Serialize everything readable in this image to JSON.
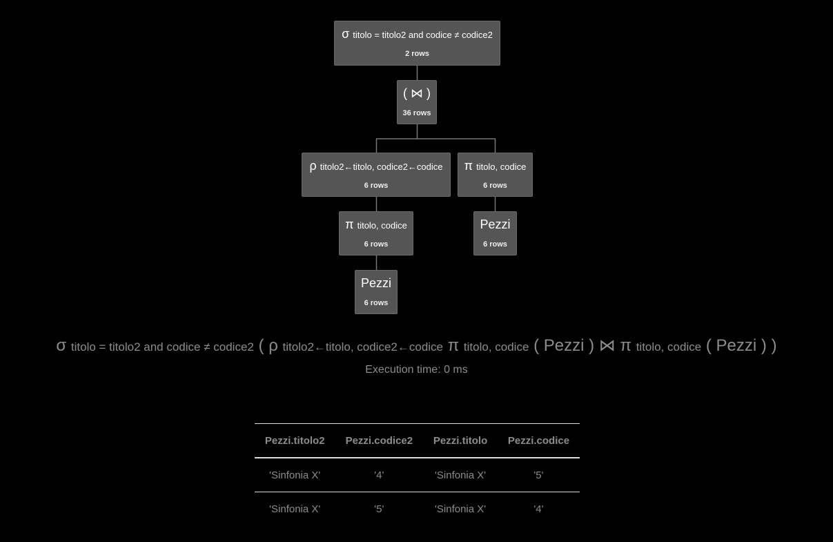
{
  "tree": {
    "nodes": [
      {
        "id": "n0",
        "symbol": "σ",
        "sub": "titolo = titolo2 and codice ≠ codice2",
        "rows": "2 rows"
      },
      {
        "id": "n1",
        "symbol": "( ⋈ )",
        "sub": "",
        "rows": "36 rows"
      },
      {
        "id": "n2",
        "symbol": "ρ",
        "sub": "titolo2←titolo, codice2←codice",
        "rows": "6 rows"
      },
      {
        "id": "n3",
        "symbol": "π",
        "sub": "titolo, codice",
        "rows": "6 rows"
      },
      {
        "id": "n4",
        "symbol": "π",
        "sub": "titolo, codice",
        "rows": "6 rows"
      },
      {
        "id": "n5",
        "symbol": "Pezzi",
        "sub": "",
        "rows": "6 rows"
      },
      {
        "id": "n6",
        "symbol": "Pezzi",
        "sub": "",
        "rows": "6 rows"
      }
    ],
    "edges": [
      [
        "n0",
        "n1"
      ],
      [
        "n1",
        "n2"
      ],
      [
        "n1",
        "n3"
      ],
      [
        "n2",
        "n4"
      ],
      [
        "n3",
        "n5"
      ],
      [
        "n4",
        "n6"
      ]
    ]
  },
  "expression": {
    "sigma": "σ",
    "sigma_sub": "titolo = titolo2 and codice ≠ codice2",
    "lparen1": "(",
    "rho": "ρ",
    "rho_sub": "titolo2←titolo, codice2←codice",
    "pi1": "π",
    "pi1_sub": "titolo, codice",
    "lparen2": "(",
    "rel1": "Pezzi",
    "rparen2": ")",
    "join": "⋈",
    "pi2": "π",
    "pi2_sub": "titolo, codice",
    "lparen3": "(",
    "rel2": "Pezzi",
    "rparen3": ")",
    "rparen1": ")"
  },
  "execution_time": "Execution time: 0 ms",
  "table": {
    "headers": [
      "Pezzi.titolo2",
      "Pezzi.codice2",
      "Pezzi.titolo",
      "Pezzi.codice"
    ],
    "rows": [
      [
        "'Sinfonia X'",
        "'4'",
        "'Sinfonia X'",
        "'5'"
      ],
      [
        "'Sinfonia X'",
        "'5'",
        "'Sinfonia X'",
        "'4'"
      ]
    ]
  }
}
